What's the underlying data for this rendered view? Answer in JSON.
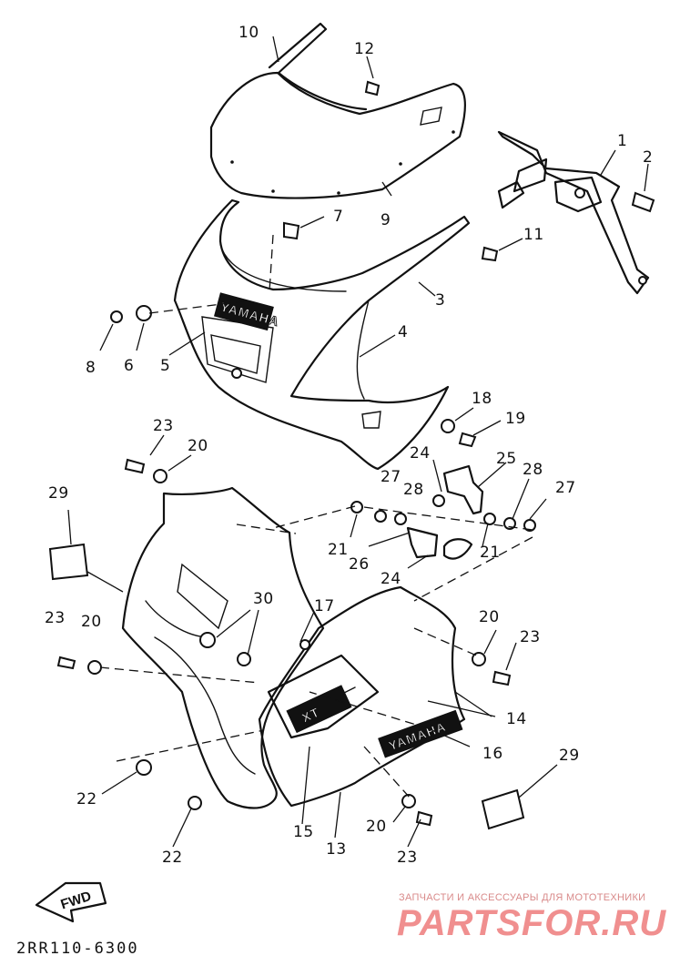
{
  "diagram_code": "2RR110-6300",
  "watermark": {
    "caption": "ЗАПЧАСТИ И АКСЕССУАРЫ ДЛЯ МОТОТЕХНИКИ",
    "brand": "PARTSFOR.RU"
  },
  "fwd_label": "FWD",
  "logos": {
    "cowl_brand": "YAMAHA",
    "model_badge": "XT"
  },
  "callouts": {
    "c1": "1",
    "c2": "2",
    "c3": "3",
    "c4": "4",
    "c5": "5",
    "c6": "6",
    "c7": "7",
    "c8": "8",
    "c9": "9",
    "c10": "10",
    "c11": "11",
    "c12": "12",
    "c13": "13",
    "c14": "14",
    "c15": "15",
    "c16": "16",
    "c17": "17",
    "c18": "18",
    "c19": "19",
    "c20a": "20",
    "c20b": "20",
    "c20c": "20",
    "c20d": "20",
    "c21a": "21",
    "c21b": "21",
    "c22a": "22",
    "c22b": "22",
    "c23a": "23",
    "c23b": "23",
    "c23c": "23",
    "c23d": "23",
    "c24a": "24",
    "c24b": "24",
    "c25": "25",
    "c26": "26",
    "c27a": "27",
    "c27b": "27",
    "c28a": "28",
    "c28b": "28",
    "c29a": "29",
    "c29b": "29",
    "c30": "30"
  }
}
